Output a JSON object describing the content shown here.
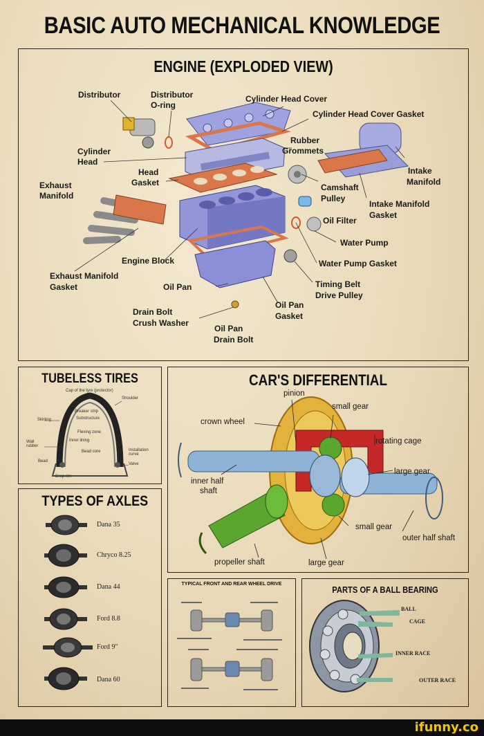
{
  "title": "BASIC AUTO MECHANICAL KNOWLEDGE",
  "engine": {
    "title": "ENGINE (EXPLODED VIEW)",
    "labels": {
      "distributor": "Distributor",
      "distributor_oring_1": "Distributor",
      "distributor_oring_2": "O-ring",
      "cyl_head_cover": "Cylinder Head Cover",
      "cyl_head_cover_gasket": "Cylinder Head Cover Gasket",
      "cylinder_1": "Cylinder",
      "cylinder_2": "Head",
      "rubber": "Rubber",
      "grommets": "Grommets",
      "head_1": "Head",
      "head_2": "Gasket",
      "intake_1": "Intake",
      "intake_2": "Manifold",
      "exhaust_1": "Exhaust",
      "exhaust_2": "Manifold",
      "camshaft": "Camshaft",
      "pulley": "Pulley",
      "intake_gasket_1": "Intake Manifold",
      "intake_gasket_2": "Gasket",
      "oil_filter": "Oil Filter",
      "water_pump": "Water Pump",
      "engine_block": "Engine Block",
      "water_pump_gasket": "Water Pump Gasket",
      "exh_gasket_1": "Exhaust Manifold",
      "exh_gasket_2": "Gasket",
      "oil_pan": "Oil Pan",
      "timing_1": "Timing Belt",
      "timing_2": "Drive Pulley",
      "oil_pan_gasket_1": "Oil Pan",
      "oil_pan_gasket_2": "Gasket",
      "drain_1": "Drain Bolt",
      "drain_2": "Crush Washer",
      "oil_pan_drain_1": "Oil Pan",
      "oil_pan_drain_2": "Drain Bolt"
    }
  },
  "tires": {
    "title": "TUBELESS TIRES",
    "labels": [
      "Cap of the tyre (protector)",
      "Shoulder",
      "Breaker strip",
      "Skirting",
      "Substructure",
      "Flexing zone",
      "Inner lining",
      "Wall rubber",
      "Bead core",
      "Installation curve",
      "Bead",
      "Valve",
      "Drop rim"
    ]
  },
  "axles": {
    "title": "TYPES OF AXLES",
    "items": [
      "Dana 35",
      "Chryco 8.25",
      "Dana 44",
      "Ford 8.8",
      "Ford 9\"",
      "Dana 60"
    ]
  },
  "differential": {
    "title": "CAR'S DIFFERENTIAL",
    "labels": {
      "pinion": "pinion",
      "small_gear_top": "small gear",
      "crown_wheel": "crown wheel",
      "rotating_cage": "rotating cage",
      "large_gear_right": "large gear",
      "inner_half_1": "inner half",
      "inner_half_2": "shaft",
      "small_gear_bottom": "small gear",
      "outer_half": "outer  half shaft",
      "propeller": "propeller shaft",
      "large_gear_bottom": "large gear"
    }
  },
  "wheel_drive": {
    "title": "TYPICAL FRONT AND REAR WHEEL DRIVE"
  },
  "bearing": {
    "title": "PARTS OF A BALL BEARING",
    "labels": [
      "BALL",
      "CAGE",
      "INNER RACE",
      "OUTER RACE"
    ]
  },
  "footer": {
    "brand": "ifunny.co"
  },
  "colors": {
    "parchment": "#e9dcc0",
    "border": "#2a2418",
    "gear_gold": "#e3b23c",
    "shaft_blue": "#8fb3d6",
    "gear_green": "#5aa62e",
    "cage_red": "#c62828",
    "engine_blue": "#8a8fd8",
    "gasket_orange": "#d9774a"
  }
}
